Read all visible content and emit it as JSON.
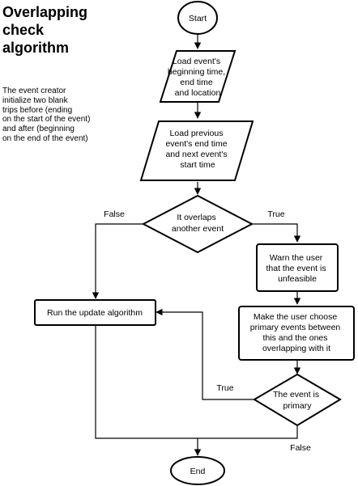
{
  "title": {
    "lines": [
      "Overlapping",
      "check",
      "algorithm"
    ]
  },
  "note": {
    "lines": [
      "The event creator",
      "initialize two blank",
      "trips before (ending",
      "on the start of the event)",
      "and after (beginning",
      "on the end of the event)"
    ]
  },
  "nodes": {
    "start": {
      "lines": [
        "Start"
      ]
    },
    "load_event": {
      "lines": [
        "Load event's",
        "beginning time,",
        "end time",
        "and location"
      ]
    },
    "load_previous": {
      "lines": [
        "Load previous",
        "event's end time",
        "and next event's",
        "start time"
      ]
    },
    "overlap_decision": {
      "lines": [
        "It overlaps",
        "another event"
      ]
    },
    "warn_user": {
      "lines": [
        "Warn the user",
        "that the event is",
        "unfeasible"
      ]
    },
    "choose_primary": {
      "lines": [
        "Make the user choose",
        "primary events between",
        "this and the ones",
        "overlapping with it"
      ]
    },
    "primary_decision": {
      "lines": [
        "The event is",
        "primary"
      ]
    },
    "run_update": {
      "lines": [
        "Run the update algorithm"
      ]
    },
    "end": {
      "lines": [
        "End"
      ]
    }
  },
  "edge_labels": {
    "overlap_false": "False",
    "overlap_true": "True",
    "primary_true": "True",
    "primary_false": "False"
  }
}
